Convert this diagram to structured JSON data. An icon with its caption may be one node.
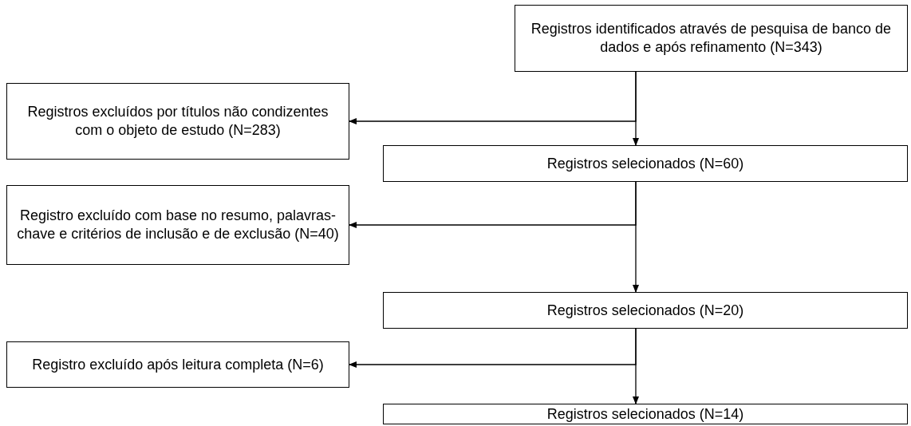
{
  "diagram": {
    "nodes": [
      {
        "text": [
          "Registros identificados através de pesquisa de banco de dados e após refinamento (N=343)"
        ]
      },
      {
        "text": [
          "Registros excluídos por títulos não condizentes com o objeto de estudo (N=283)"
        ]
      },
      {
        "text": [
          "Registros selecionados (N=60)"
        ]
      },
      {
        "text": [
          "Registro excluído com base no resumo, palavras-chave e critérios de inclusão e de exclusão (N=40)"
        ]
      },
      {
        "text": [
          "Registros selecionados (N=20)"
        ]
      },
      {
        "text": [
          "Registro excluído após leitura completa (N=6)"
        ]
      },
      {
        "text": [
          "Registros selecionados (N=14)"
        ]
      }
    ],
    "edges": [
      {
        "from": 0,
        "to": 2,
        "arrow": "to"
      },
      {
        "from": 0,
        "to": 1,
        "arrow": "to"
      },
      {
        "from": 2,
        "to": 4,
        "arrow": "to"
      },
      {
        "from": 2,
        "to": 3,
        "arrow": "to"
      },
      {
        "from": 4,
        "to": 6,
        "arrow": "to"
      },
      {
        "from": 4,
        "to": 5,
        "arrow": "to"
      }
    ]
  }
}
